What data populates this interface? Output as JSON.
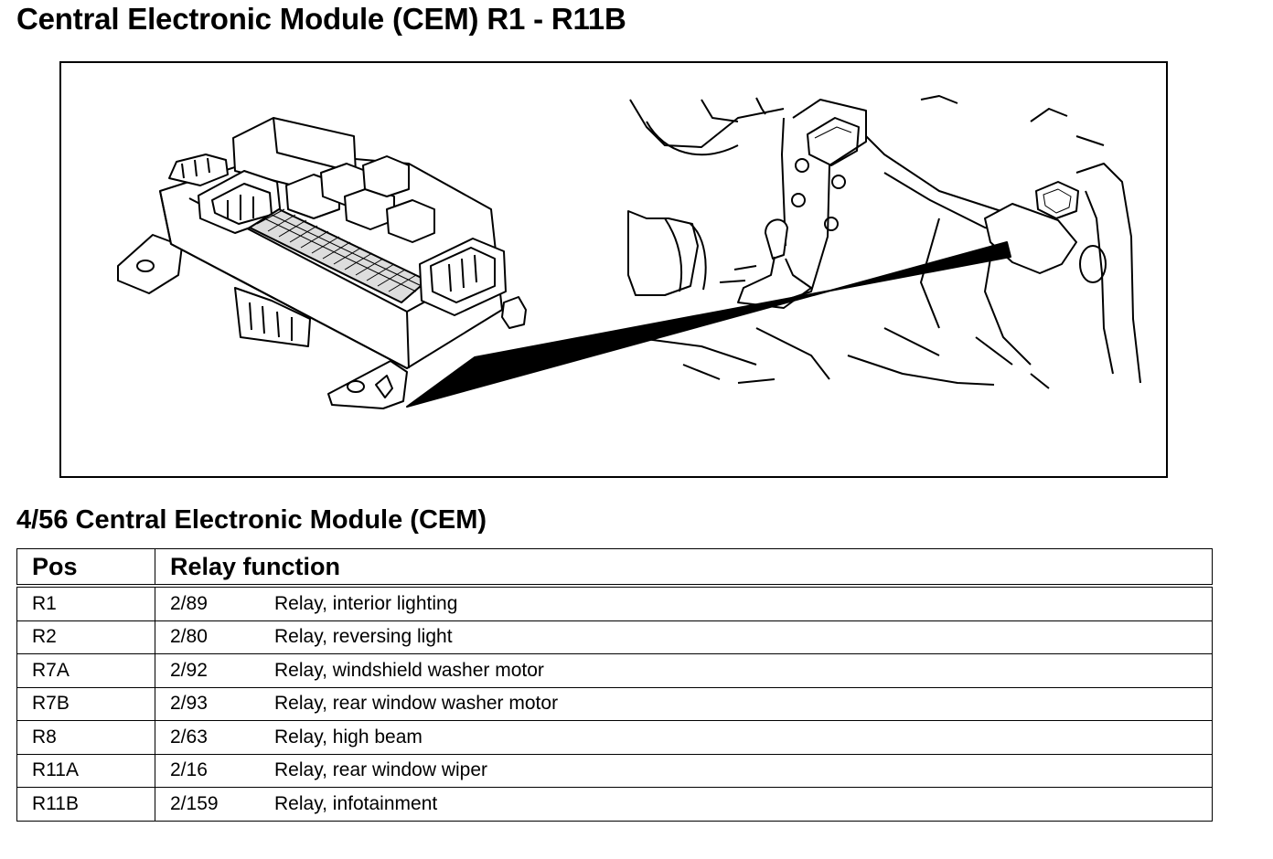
{
  "page": {
    "title": "Central Electronic Module (CEM) R1 - R11B"
  },
  "figure": {
    "description_icon": "cem-location-illustration"
  },
  "section": {
    "title": "4/56 Central Electronic Module (CEM)"
  },
  "table": {
    "headers": {
      "pos": "Pos",
      "function": "Relay function"
    },
    "rows": [
      {
        "pos": "R1",
        "code": "2/89",
        "function": "Relay, interior lighting"
      },
      {
        "pos": "R2",
        "code": "2/80",
        "function": "Relay, reversing light"
      },
      {
        "pos": "R7A",
        "code": "2/92",
        "function": "Relay, windshield washer motor"
      },
      {
        "pos": "R7B",
        "code": "2/93",
        "function": "Relay, rear window washer motor"
      },
      {
        "pos": "R8",
        "code": "2/63",
        "function": "Relay, high beam"
      },
      {
        "pos": "R11A",
        "code": "2/16",
        "function": "Relay, rear window wiper"
      },
      {
        "pos": "R11B",
        "code": "2/159",
        "function": "Relay, infotainment"
      }
    ]
  }
}
